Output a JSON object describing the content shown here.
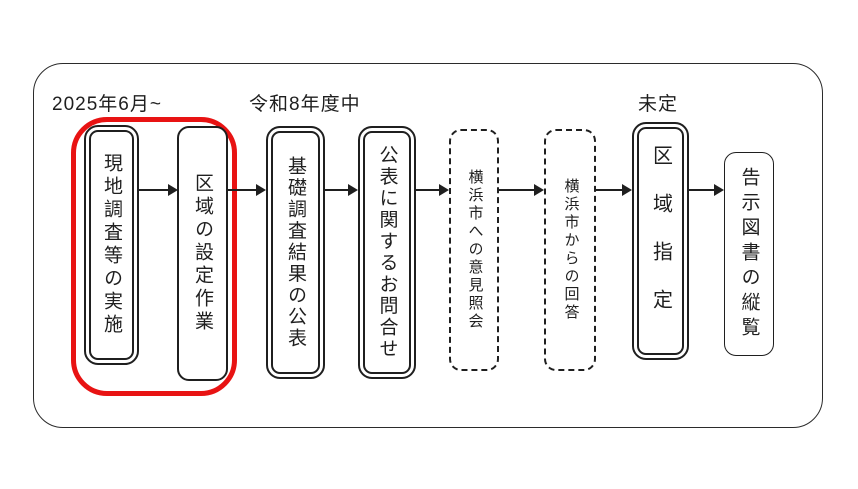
{
  "diagram": {
    "timeline_labels": {
      "start": "2025年6月~",
      "middle": "令和8年度中",
      "end": "未定"
    },
    "flow_boxes": [
      {
        "id": "site-survey",
        "label": "現地調査等の実施",
        "border": "double",
        "highlighted": true
      },
      {
        "id": "area-setting",
        "label": "区域の設定作業",
        "border": "single",
        "highlighted": true
      },
      {
        "id": "survey-results",
        "label": "基礎調査結果の公表",
        "border": "double",
        "highlighted": false
      },
      {
        "id": "publication-inquiry",
        "label": "公表に関するお問合せ",
        "border": "double",
        "highlighted": false
      },
      {
        "id": "opinion-request",
        "label": "横浜市への意見照会",
        "border": "dashed",
        "highlighted": false
      },
      {
        "id": "city-reply",
        "label": "横浜市からの回答",
        "border": "dashed",
        "highlighted": false
      },
      {
        "id": "area-designation",
        "label": "区域指定",
        "border": "double",
        "highlighted": false
      },
      {
        "id": "public-inspection",
        "label": "告示図書の縦覧",
        "border": "single",
        "highlighted": false
      }
    ]
  },
  "colors": {
    "highlight_red": "#e81313",
    "ink": "#1f1f1f"
  }
}
